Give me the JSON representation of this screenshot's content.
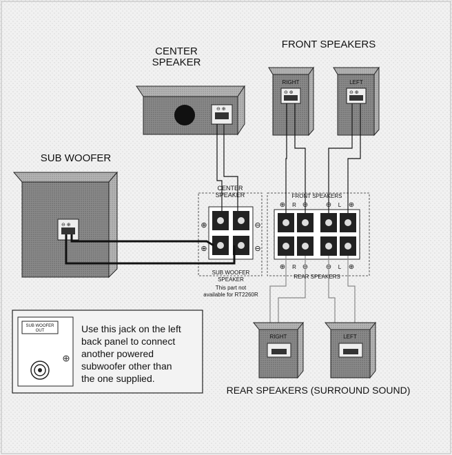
{
  "labels": {
    "center_speaker_line1": "CENTER",
    "center_speaker_line2": "SPEAKER",
    "front_speakers": "FRONT SPEAKERS",
    "sub_woofer": "SUB WOOFER",
    "rear_speakers": "REAR SPEAKERS (SURROUND SOUND)"
  },
  "speaker_tags": {
    "front_right": "RIGHT",
    "front_left": "LEFT",
    "rear_right": "RIGHT",
    "rear_left": "LEFT"
  },
  "panel": {
    "center_line1": "CENTER",
    "center_line2": "SPEAKER",
    "front_speakers": "FRONT SPEAKERS",
    "rear_speakers": "REAR SPEAKERS",
    "sub_woofer_line1": "SUB WOOFER",
    "sub_woofer_line2": "SPEAKER",
    "note_line1": "This part not",
    "note_line2": "available for RT2260R",
    "plus": "⊕",
    "minus": "⊖",
    "r": "R",
    "l": "L"
  },
  "info_box": {
    "jack_label_line1": "SUB WOOFER",
    "jack_label_line2": "OUT",
    "text_lines": [
      "Use this jack on the left",
      "back panel to connect",
      "another powered",
      "subwoofer other than",
      "the one supplied."
    ]
  }
}
